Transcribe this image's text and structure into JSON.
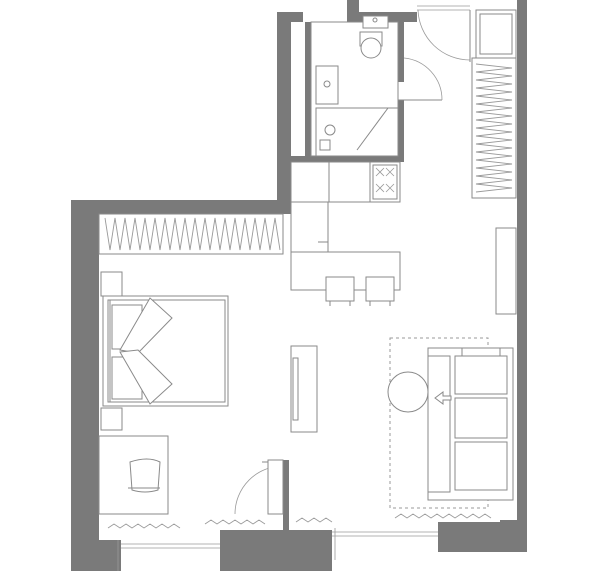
{
  "colors": {
    "wall": "#7a7a7a",
    "line": "#8a8a8a",
    "background": "#ffffff"
  },
  "rooms": [
    "bedroom",
    "bathroom",
    "kitchen",
    "living-room",
    "hallway"
  ],
  "icons": [
    "arrow-left-icon"
  ]
}
